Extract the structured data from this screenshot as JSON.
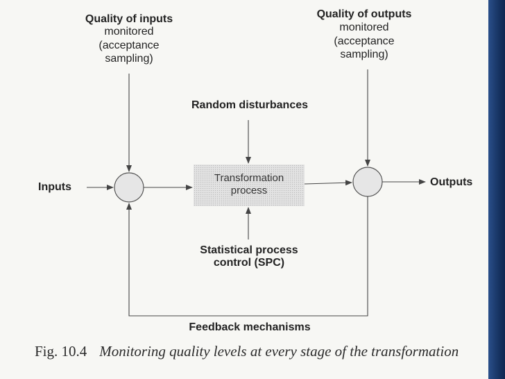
{
  "diagram": {
    "quality_inputs": [
      "Quality of inputs",
      "monitored",
      "(acceptance",
      "sampling)"
    ],
    "quality_outputs": [
      "Quality of outputs",
      "monitored",
      "(acceptance",
      "sampling)"
    ],
    "random_disturbances": "Random disturbances",
    "transformation": [
      "Transformation",
      "process"
    ],
    "inputs": "Inputs",
    "outputs": "Outputs",
    "spc": [
      "Statistical process",
      "control (SPC)"
    ],
    "feedback": "Feedback mechanisms"
  },
  "caption": {
    "figure": "Fig. 10.4",
    "title": "Monitoring quality levels at every stage of the transformation"
  },
  "colors": {
    "background": "#f7f7f4",
    "ink": "#333333",
    "box_fill": "#dcdcdc",
    "right_strip": "#173463"
  }
}
